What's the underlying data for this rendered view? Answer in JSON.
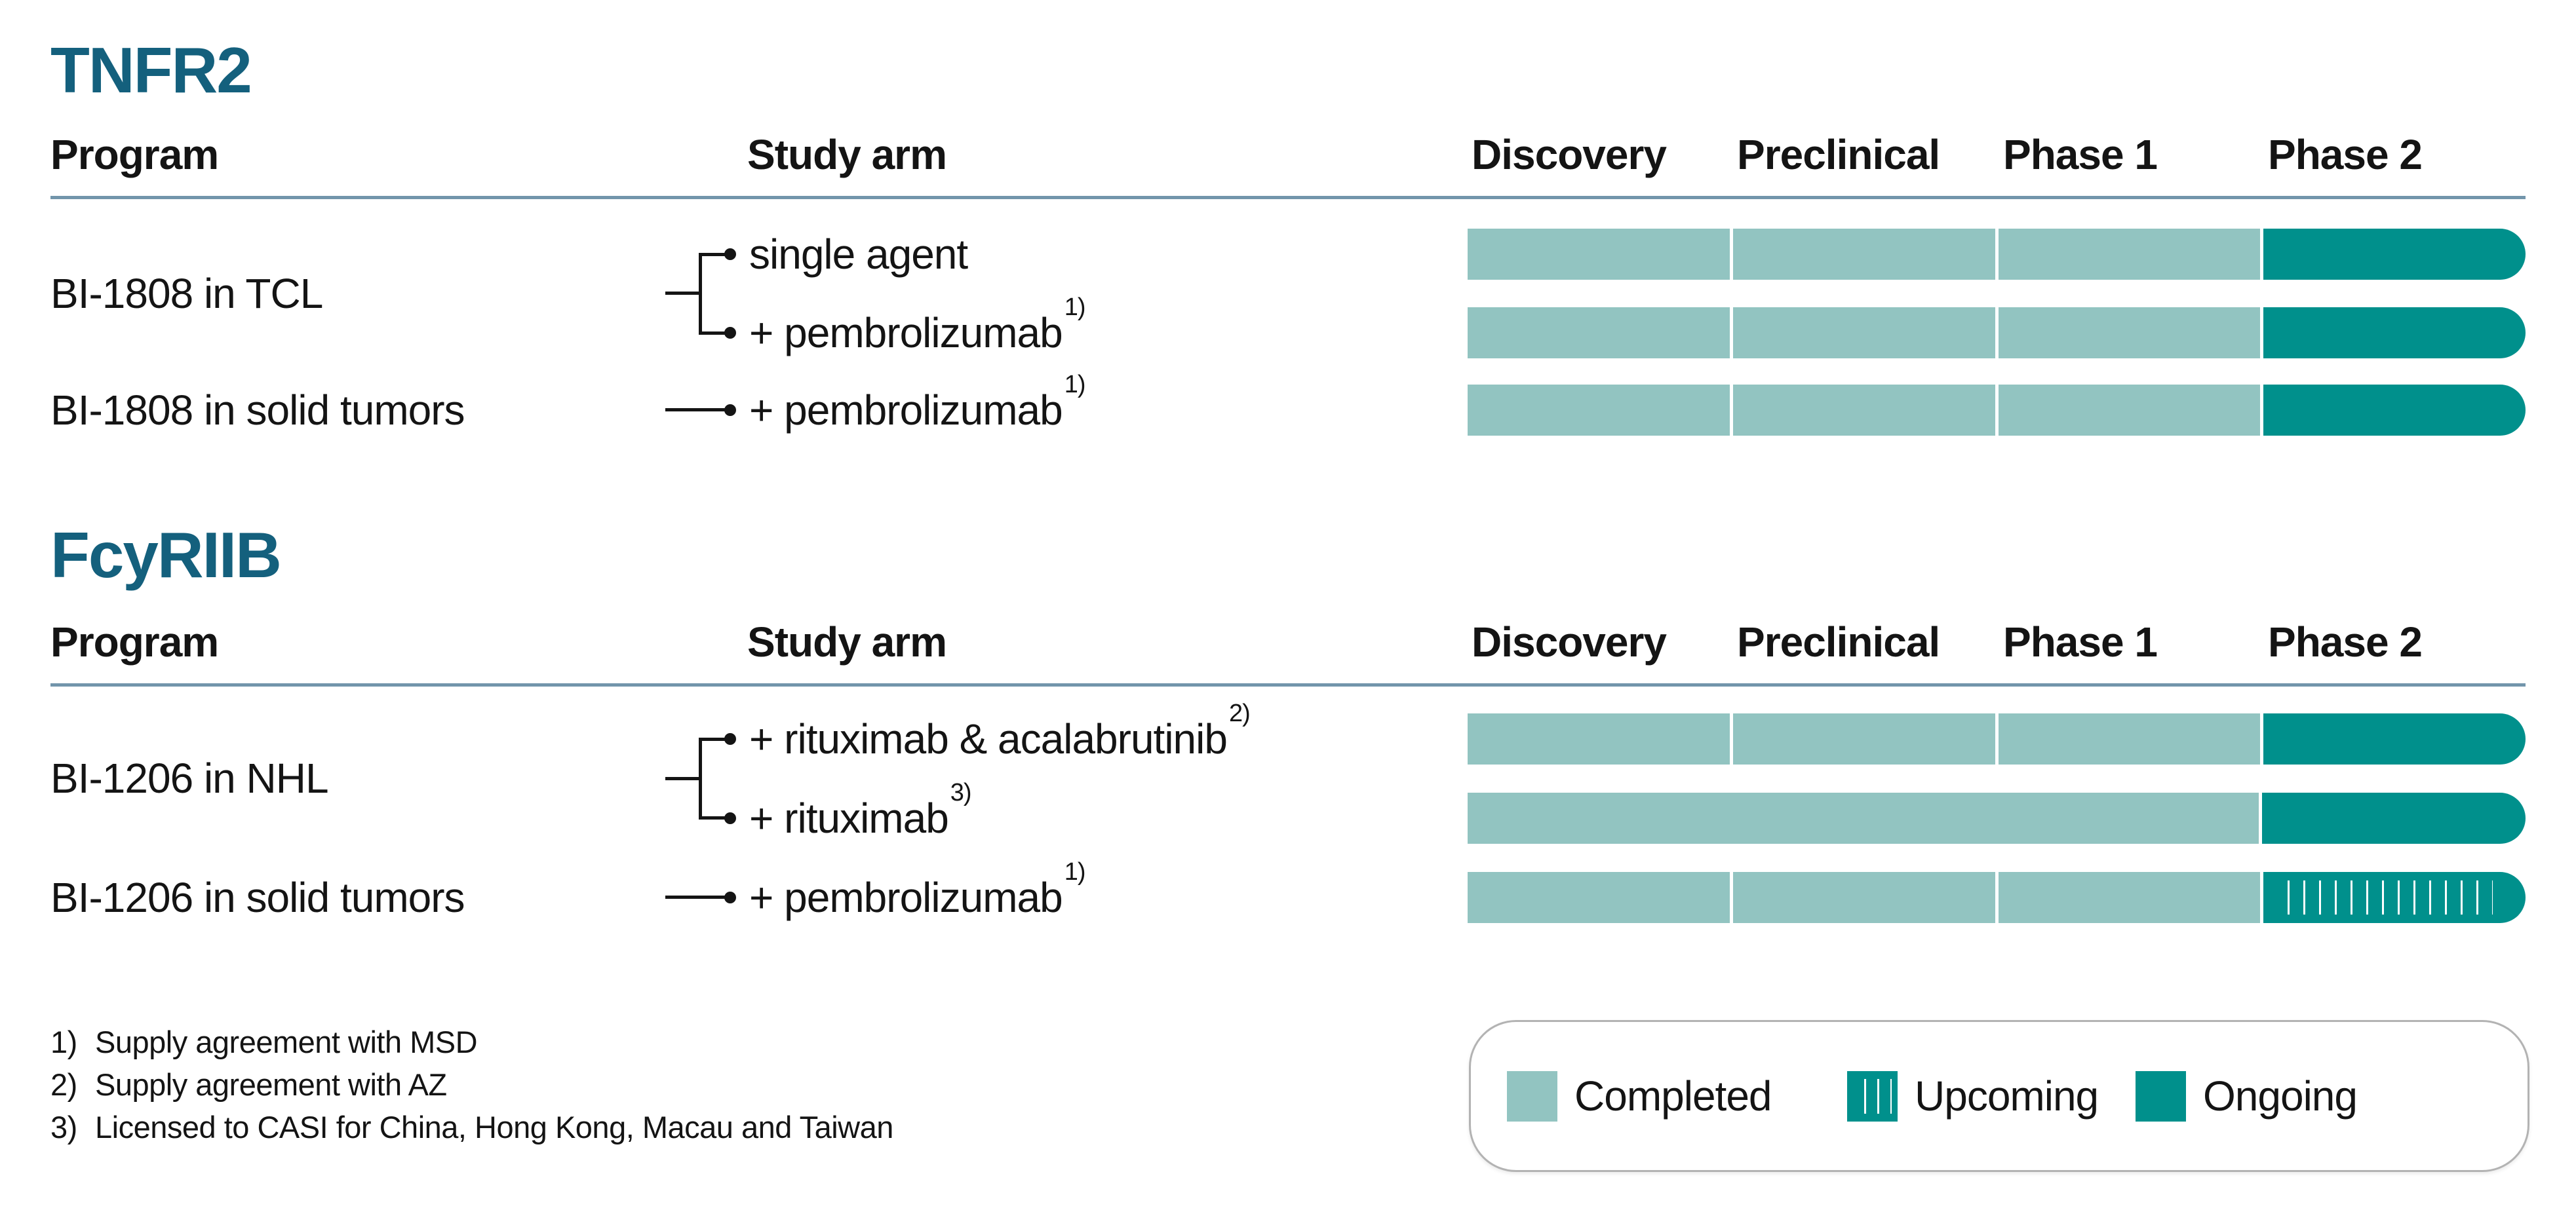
{
  "colors": {
    "completed": "#92C4C1",
    "ongoing": "#00908C",
    "upcoming_stripe": "#FFFFFF",
    "section_title": "#14607D",
    "header_rule": "#7295AB",
    "text": "#141414",
    "legend_border": "#B3B3B3",
    "background": "#FFFFFF"
  },
  "table_headers": {
    "program": "Program",
    "study_arm": "Study arm"
  },
  "phase_columns": [
    "Discovery",
    "Preclinical",
    "Phase 1",
    "Phase 2"
  ],
  "sections": [
    {
      "title": "TNFR2",
      "programs": [
        {
          "name": "BI-1808 in TCL",
          "arms": [
            {
              "label": "single agent",
              "footnote_ref": "",
              "phases_completed": [
                "Discovery",
                "Preclinical",
                "Phase 1"
              ],
              "phase2_status": "ongoing",
              "segmented": true
            },
            {
              "label": "+ pembrolizumab",
              "footnote_ref": "1)",
              "phases_completed": [
                "Discovery",
                "Preclinical",
                "Phase 1"
              ],
              "phase2_status": "ongoing",
              "segmented": true
            }
          ]
        },
        {
          "name": "BI-1808 in solid tumors",
          "arms": [
            {
              "label": "+ pembrolizumab",
              "footnote_ref": "1)",
              "phases_completed": [
                "Discovery",
                "Preclinical",
                "Phase 1"
              ],
              "phase2_status": "ongoing",
              "segmented": true
            }
          ]
        }
      ]
    },
    {
      "title": "FcyRIIB",
      "programs": [
        {
          "name": "BI-1206 in NHL",
          "arms": [
            {
              "label": "+ rituximab & acalabrutinib",
              "footnote_ref": "2)",
              "phases_completed": [
                "Discovery",
                "Preclinical",
                "Phase 1"
              ],
              "phase2_status": "ongoing",
              "segmented": true
            },
            {
              "label": "+ rituximab",
              "footnote_ref": "3)",
              "phases_completed": [
                "Discovery",
                "Preclinical",
                "Phase 1"
              ],
              "phase2_status": "ongoing",
              "segmented": false
            }
          ]
        },
        {
          "name": "BI-1206 in solid tumors",
          "arms": [
            {
              "label": "+ pembrolizumab",
              "footnote_ref": "1)",
              "phases_completed": [
                "Discovery",
                "Preclinical",
                "Phase 1"
              ],
              "phase2_status": "upcoming",
              "segmented": true
            }
          ]
        }
      ]
    }
  ],
  "footnotes": [
    {
      "num": "1)",
      "text": "Supply agreement with MSD"
    },
    {
      "num": "2)",
      "text": "Supply agreement with AZ"
    },
    {
      "num": "3)",
      "text": "Licensed to CASI for China, Hong Kong, Macau and Taiwan"
    }
  ],
  "legend": [
    {
      "type": "completed",
      "label": "Completed"
    },
    {
      "type": "upcoming",
      "label": "Upcoming"
    },
    {
      "type": "ongoing",
      "label": "Ongoing"
    }
  ]
}
